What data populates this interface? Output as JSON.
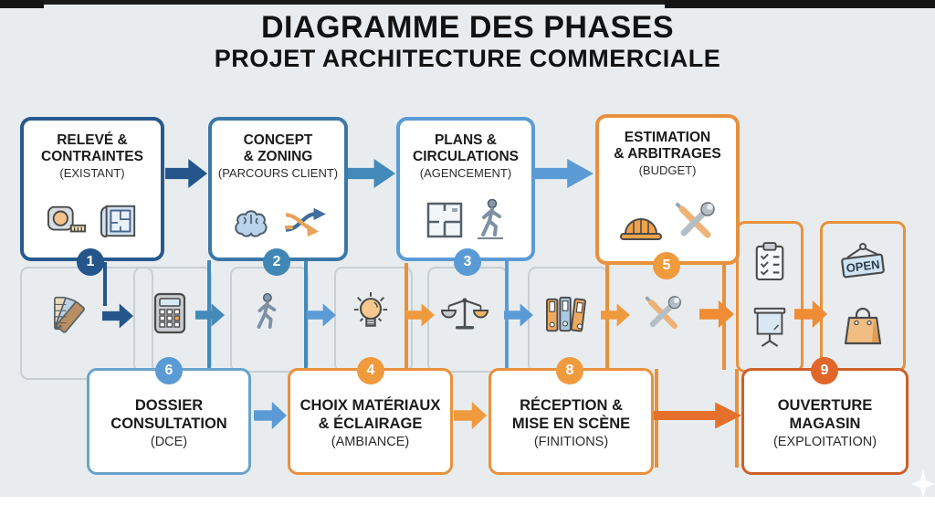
{
  "title": {
    "line1": "DIAGRAMME DES PHASES",
    "line2": "PROJET ARCHITECTURE COMMERCIALE"
  },
  "top_boxes": [
    {
      "number": "1",
      "line1": "RELEVÉ &",
      "line2": "CONTRAINTES",
      "sub": "(EXISTANT)",
      "icons": [
        "tape-measure",
        "blueprint"
      ]
    },
    {
      "number": "2",
      "line1": "CONCEPT",
      "line2": "& ZONING",
      "sub": "(PARCOURS CLIENT)",
      "icons": [
        "brain",
        "crossing-arrows"
      ]
    },
    {
      "number": "3",
      "line1": "PLANS &",
      "line2": "CIRCULATIONS",
      "sub": "(AGENCEMENT)",
      "icons": [
        "floor-plan",
        "walking-person"
      ]
    },
    {
      "number": "5",
      "line1": "ESTIMATION",
      "line2": "& ARBITRAGES",
      "sub": "(BUDGET)",
      "icons": [
        "hard-hat",
        "crossed-tools"
      ]
    }
  ],
  "bottom_boxes": [
    {
      "number": "6",
      "line1": "DOSSIER",
      "line2": "CONSULTATION",
      "sub": "(DCE)"
    },
    {
      "number": "4",
      "line1": "CHOIX MATÉRIAUX",
      "line2": "& ÉCLAIRAGE",
      "sub": "(AMBIANCE)"
    },
    {
      "number": "8",
      "line1": "RÉCEPTION &",
      "line2": "MISE EN SCÈNE",
      "sub": "(FINITIONS)"
    },
    {
      "number": "9",
      "line1": "OUVERTURE",
      "line2": "MAGASIN",
      "sub": "(EXPLOITATION)"
    }
  ],
  "middle_icons": [
    "color-swatches",
    "calculator",
    "walking-person",
    "light-bulb",
    "scales",
    "binders",
    "crossed-tools",
    "checklist",
    "easel",
    "open-sign",
    "shopping-bag"
  ],
  "open_sign_label": "OPEN",
  "colors": {
    "background": "#e8ecef",
    "dark_blue": "#24568c",
    "mid_blue": "#4389ba",
    "light_blue": "#5b9bd5",
    "orange_badge": "#f09a3e",
    "orange_border": "#e8913c",
    "dark_orange": "#e0662a",
    "deep_orange_border": "#cf5f28",
    "text": "#1b1b1b"
  }
}
